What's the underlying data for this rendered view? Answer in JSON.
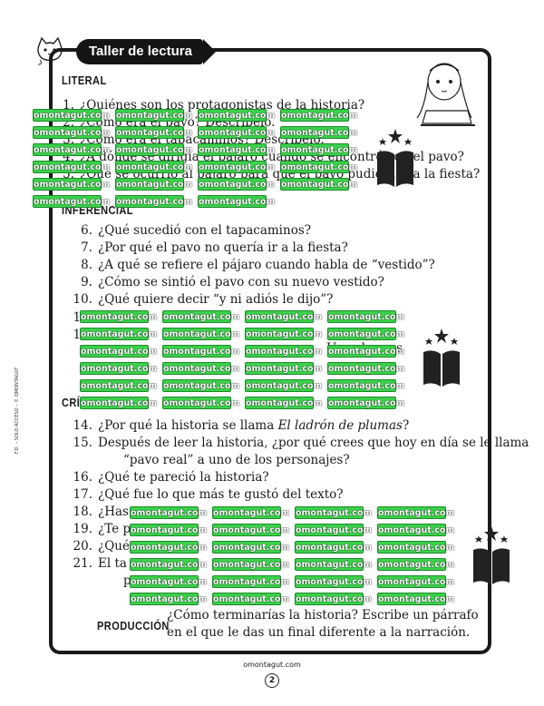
{
  "banner": "Taller de lectura",
  "sections": {
    "literal": "LITERAL",
    "inferencial": "INFERENCIAL",
    "critico": "CRÍTICO",
    "produccion": "PRODUCCIÓN"
  },
  "literal": [
    {
      "n": "1.",
      "t": "¿Quiénes son los protagonistas de la historia?"
    },
    {
      "n": "2.",
      "t": "¿Cómo era el pavo? Descríbelo."
    },
    {
      "n": "3.",
      "t": "¿Cómo era el tapacaminos? Descríbelo."
    },
    {
      "n": "4.",
      "t": "¿A dónde se dirigía el pájaro cuando se encontró con el pavo?"
    },
    {
      "n": "5.",
      "t": "¿Qué se ocurrió al pájaro para que el pavo pudiera ir a la fiesta?"
    }
  ],
  "inferencial": [
    {
      "n": "6.",
      "t": "¿Qué sucedió con el tapacaminos?"
    },
    {
      "n": "7.",
      "t": "¿Por qué el pavo no quería ir a la fiesta?"
    },
    {
      "n": "8.",
      "t": "¿A qué se refiere el pájaro cuando habla de “vestido”?"
    },
    {
      "n": "9.",
      "t": "¿Cómo se sintió el pavo con su nuevo vestido?"
    },
    {
      "n": "10.",
      "t": "¿Qué quiere decir “y ni adiós le dijo”?"
    },
    {
      "n": "11.",
      "t": ""
    },
    {
      "n": "12.",
      "t": ""
    },
    {
      "n": "13.",
      "t": "Usa algunos"
    }
  ],
  "critico": [
    {
      "n": "14.",
      "t": "¿Por qué la historia se llama ",
      "em": "El ladrón de plumas",
      "after": "?"
    },
    {
      "n": "15.",
      "t": "Después de leer la historia, ¿por qué crees que hoy en día se le llama"
    },
    {
      "n": "",
      "t": "“pavo real” a uno de los personajes?"
    },
    {
      "n": "16.",
      "t": "¿Qué te pareció la historia?"
    },
    {
      "n": "17.",
      "t": "¿Qué fue lo que más te gustó del texto?"
    },
    {
      "n": "18.",
      "t": "¿Has"
    },
    {
      "n": "19.",
      "t": "¿Te p"
    },
    {
      "n": "20.",
      "t": "¿Qué"
    },
    {
      "n": "21.",
      "t": "El ta"
    },
    {
      "n": "",
      "t": "propi"
    }
  ],
  "produccion": [
    "¿Cómo terminarías la historia? Escribe un párrafo",
    "en el que le das un final diferente a la narración."
  ],
  "side_text": "F.D. – SOLO ACCESO – © OMONTAGUT",
  "footer_site": "omontagut.com",
  "page_number": "2",
  "watermark": "omontagut.com"
}
